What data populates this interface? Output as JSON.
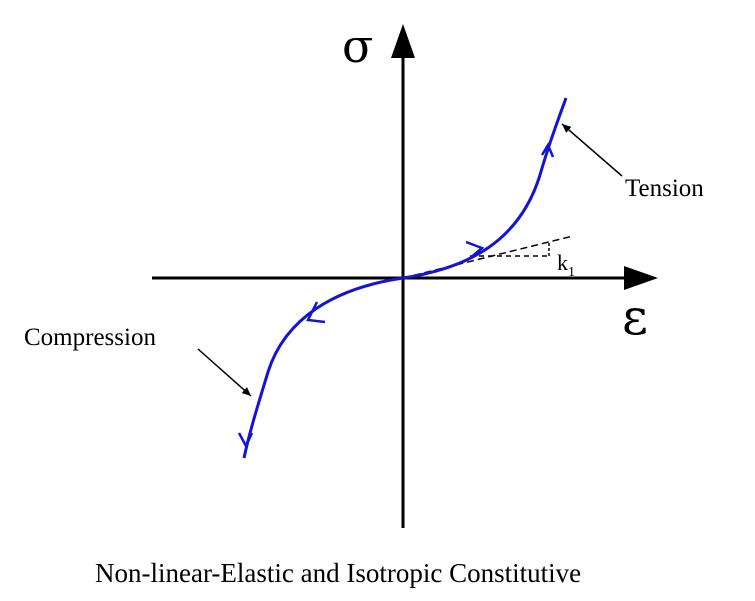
{
  "diagram": {
    "axis_y_symbol": "σ",
    "axis_x_symbol": "ε",
    "label_tension": "Tension",
    "label_compression": "Compression",
    "slope_label_main": "k",
    "slope_label_sub": "1",
    "caption": "Non-linear-Elastic and Isotropic Constitutive"
  },
  "colors": {
    "curve": "#1414d2",
    "axis": "#000000"
  },
  "icons": [
    "arrowhead-icon"
  ]
}
